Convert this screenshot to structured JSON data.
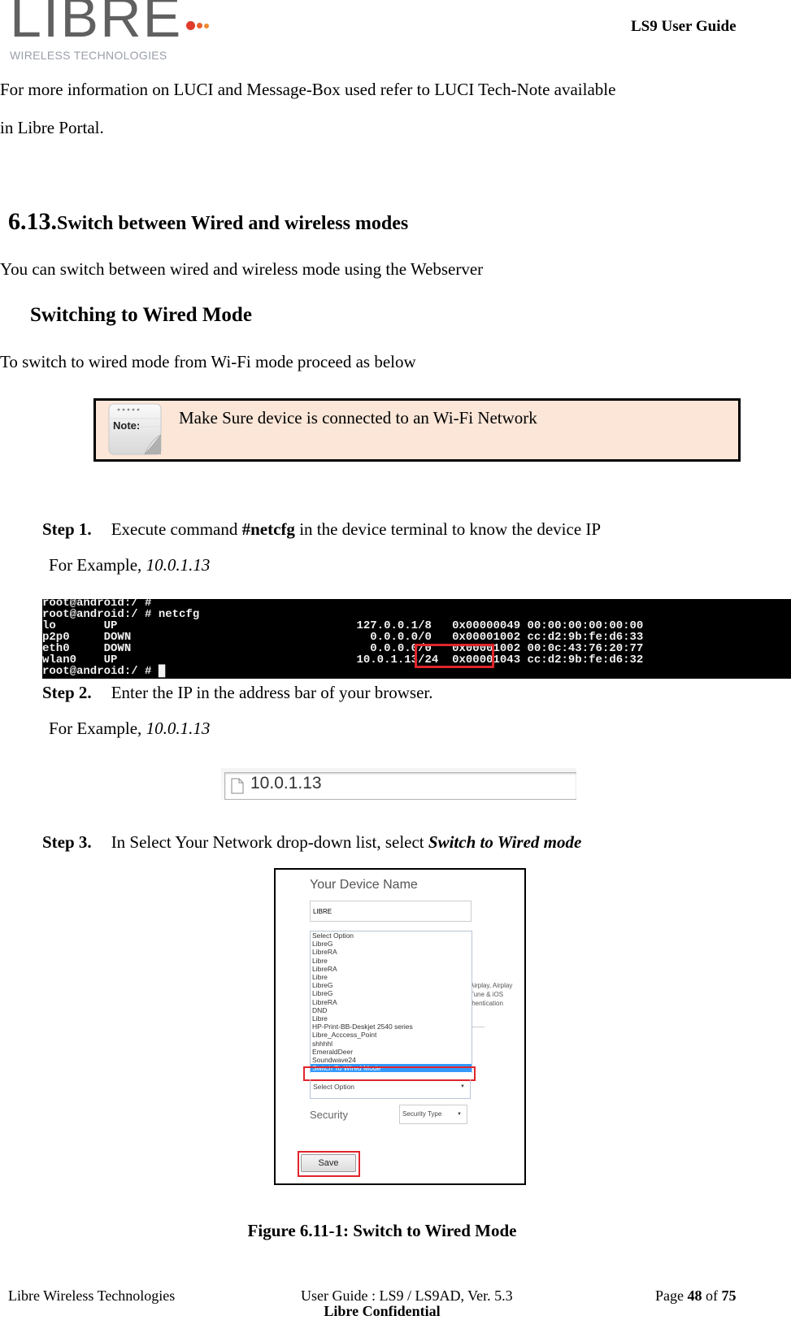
{
  "header": {
    "logo": {
      "word": "LIBRE",
      "tagline": "WIRELESS TECHNOLOGIES",
      "dot_colors": [
        "#e03a2a",
        "#ea5f2b",
        "#f0892d"
      ]
    },
    "doc_title": "LS9 User Guide"
  },
  "intro": {
    "line1": "For more information on LUCI and Message-Box used refer to LUCI Tech-Note available",
    "line2": "in Libre Portal."
  },
  "section": {
    "number": "6.13.",
    "title": "Switch between Wired and wireless modes",
    "description": "You can switch between wired and wireless mode using the Webserver",
    "subsection_title": "Switching to Wired Mode",
    "subsection_intro": "To switch to wired mode from Wi-Fi mode proceed as below"
  },
  "note": {
    "icon_label": "Note:",
    "text": "Make Sure device is connected to an Wi-Fi Network"
  },
  "steps": [
    {
      "label": "Step 1.",
      "text_before": "Execute command ",
      "command": "#netcfg",
      "text_after": " in the device terminal to know the device IP",
      "example_prefix": "For Example, ",
      "example_value": "10.0.1.13"
    },
    {
      "label": "Step 2.",
      "text": "Enter the IP in the address bar of your browser.",
      "example_prefix": "For Example, ",
      "example_value": "10.0.1.13"
    },
    {
      "label": "Step 3.",
      "text_before": "In Select Your Network drop-down list, select ",
      "emphasis": "Switch to Wired mode"
    }
  ],
  "terminal": {
    "lines": [
      "root@android:/ #",
      "root@android:/ # netcfg",
      "lo       UP                                   127.0.0.1/8   0x00000049 00:00:00:00:00:00",
      "p2p0     DOWN                                   0.0.0.0/0   0x00001002 cc:d2:9b:fe:d6:33",
      "eth0     DOWN                                   0.0.0.0/0   0x00001002 00:0c:43:76:20:77",
      "wlan0    UP                                   10.0.1.13/24  0x00001043 cc:d2:9b:fe:d6:32",
      "root@android:/ # █"
    ],
    "highlighted_ip": "10.0.1.13"
  },
  "browser_address": {
    "url": "10.0.1.13",
    "icon": "page-icon"
  },
  "webserver_figure": {
    "device_name_label": "Your Device Name",
    "device_name_value": "LIBRE",
    "network_options": [
      "Select Option",
      "LibreG",
      "LibreRA",
      "Libre",
      "LibreRA",
      "Libre",
      "LibreG",
      "LibreG",
      "LibreRA",
      "DND",
      "Libre",
      "HP-Print-BB-Deskjet 2540 series",
      "Libre_Acccess_Point",
      "shhhhl",
      "EmeraldDeer",
      "Soundwave24",
      "Switch To Wired Mode"
    ],
    "selected_option": "Switch To Wired Mode",
    "network_select_value": "Select Option",
    "background_text": [
      "Airplay, Airplay",
      "Tune & iOS",
      "thentication"
    ],
    "security_label": "Security",
    "security_select_value": "Security Type",
    "save_label": "Save",
    "highlight_color": "#e0242c",
    "selection_color": "#3399ff"
  },
  "figure_caption": "Figure 6.11-1: Switch to Wired Mode",
  "footer": {
    "company": "Libre Wireless Technologies",
    "guide": "User Guide : LS9 / LS9AD, Ver. 5.3",
    "page_prefix": "Page ",
    "page_current": "48",
    "page_of": " of ",
    "page_total": "75",
    "confidential": "Libre Confidential"
  }
}
